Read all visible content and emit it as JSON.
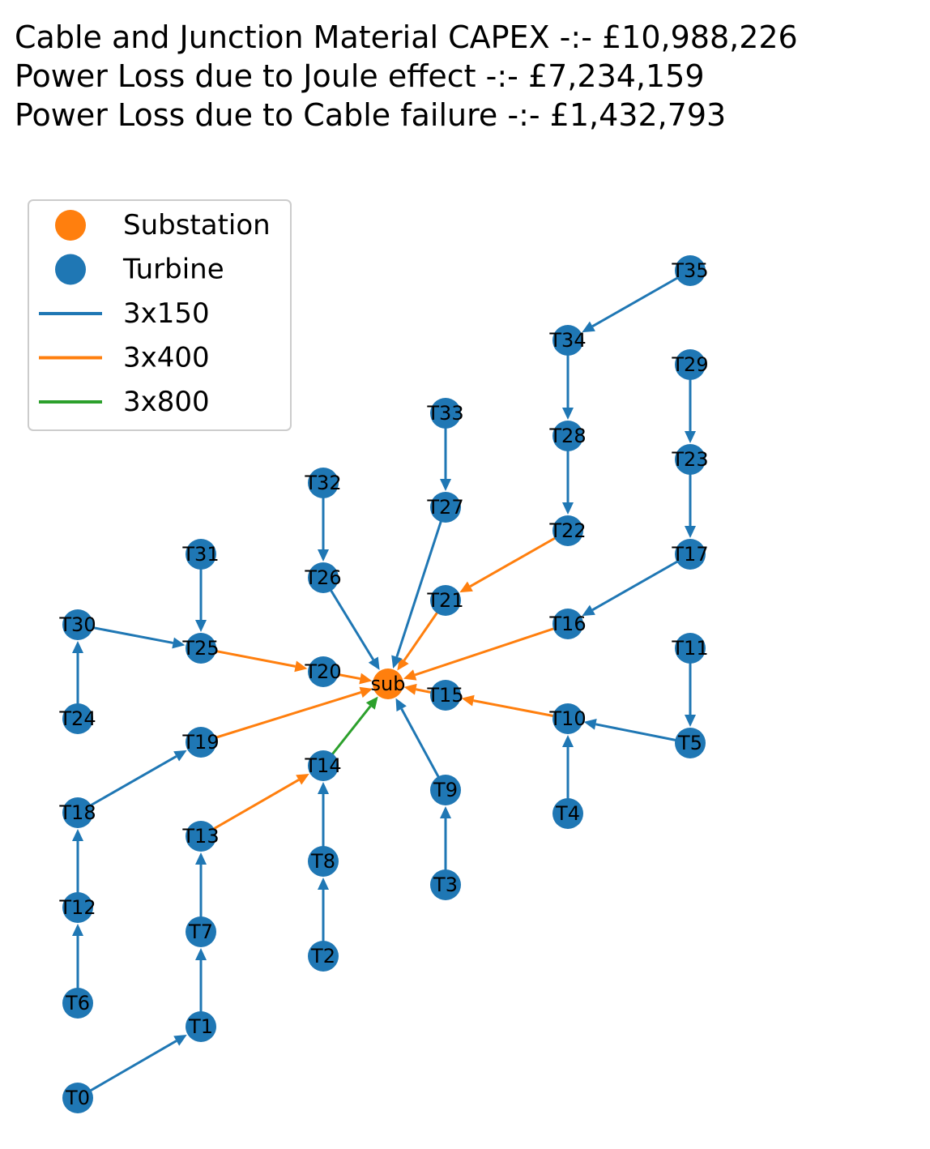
{
  "title_lines": [
    "Cable and Junction Material CAPEX -:- £10,988,226",
    "Power Loss due to Joule effect -:- £7,234,159",
    "Power Loss due to Cable failure -:- £1,432,793"
  ],
  "legend": [
    {
      "label": "Substation",
      "kind": "node",
      "color": "#ff7f0e"
    },
    {
      "label": "Turbine",
      "kind": "node",
      "color": "#1f77b4"
    },
    {
      "label": "3x150",
      "kind": "line",
      "color": "#1f77b4"
    },
    {
      "label": "3x400",
      "kind": "line",
      "color": "#ff7f0e"
    },
    {
      "label": "3x800",
      "kind": "line",
      "color": "#2ca02c"
    }
  ],
  "colors": {
    "substation": "#ff7f0e",
    "turbine": "#1f77b4",
    "3x150": "#1f77b4",
    "3x400": "#ff7f0e",
    "3x800": "#2ca02c"
  },
  "nodes": [
    "sub",
    "T0",
    "T1",
    "T2",
    "T3",
    "T4",
    "T5",
    "T6",
    "T7",
    "T8",
    "T9",
    "T10",
    "T11",
    "T12",
    "T13",
    "T14",
    "T15",
    "T16",
    "T17",
    "T18",
    "T19",
    "T20",
    "T21",
    "T22",
    "T23",
    "T24",
    "T25",
    "T26",
    "T27",
    "T28",
    "T29",
    "T30",
    "T31",
    "T32",
    "T33",
    "T34",
    "T35"
  ],
  "edges": [
    {
      "from": "T35",
      "to": "T34",
      "cable": "3x150"
    },
    {
      "from": "T34",
      "to": "T28",
      "cable": "3x150"
    },
    {
      "from": "T28",
      "to": "T22",
      "cable": "3x150"
    },
    {
      "from": "T22",
      "to": "T21",
      "cable": "3x400"
    },
    {
      "from": "T21",
      "to": "sub",
      "cable": "3x400"
    },
    {
      "from": "T29",
      "to": "T23",
      "cable": "3x150"
    },
    {
      "from": "T23",
      "to": "T17",
      "cable": "3x150"
    },
    {
      "from": "T17",
      "to": "T16",
      "cable": "3x150"
    },
    {
      "from": "T16",
      "to": "sub",
      "cable": "3x400"
    },
    {
      "from": "T33",
      "to": "T27",
      "cable": "3x150"
    },
    {
      "from": "T27",
      "to": "sub",
      "cable": "3x150"
    },
    {
      "from": "T32",
      "to": "T26",
      "cable": "3x150"
    },
    {
      "from": "T26",
      "to": "sub",
      "cable": "3x150"
    },
    {
      "from": "T31",
      "to": "T25",
      "cable": "3x150"
    },
    {
      "from": "T24",
      "to": "T30",
      "cable": "3x150"
    },
    {
      "from": "T30",
      "to": "T25",
      "cable": "3x150"
    },
    {
      "from": "T25",
      "to": "T20",
      "cable": "3x400"
    },
    {
      "from": "T20",
      "to": "sub",
      "cable": "3x400"
    },
    {
      "from": "T11",
      "to": "T5",
      "cable": "3x150"
    },
    {
      "from": "T5",
      "to": "T10",
      "cable": "3x150"
    },
    {
      "from": "T4",
      "to": "T10",
      "cable": "3x150"
    },
    {
      "from": "T10",
      "to": "T15",
      "cable": "3x400"
    },
    {
      "from": "T15",
      "to": "sub",
      "cable": "3x400"
    },
    {
      "from": "T3",
      "to": "T9",
      "cable": "3x150"
    },
    {
      "from": "T9",
      "to": "sub",
      "cable": "3x150"
    },
    {
      "from": "T2",
      "to": "T8",
      "cable": "3x150"
    },
    {
      "from": "T8",
      "to": "T14",
      "cable": "3x150"
    },
    {
      "from": "T14",
      "to": "sub",
      "cable": "3x800"
    },
    {
      "from": "T0",
      "to": "T1",
      "cable": "3x150"
    },
    {
      "from": "T1",
      "to": "T7",
      "cable": "3x150"
    },
    {
      "from": "T7",
      "to": "T13",
      "cable": "3x150"
    },
    {
      "from": "T13",
      "to": "T14",
      "cable": "3x400"
    },
    {
      "from": "T6",
      "to": "T12",
      "cable": "3x150"
    },
    {
      "from": "T12",
      "to": "T18",
      "cable": "3x150"
    },
    {
      "from": "T18",
      "to": "T19",
      "cable": "3x150"
    },
    {
      "from": "T19",
      "to": "sub",
      "cable": "3x400"
    }
  ]
}
